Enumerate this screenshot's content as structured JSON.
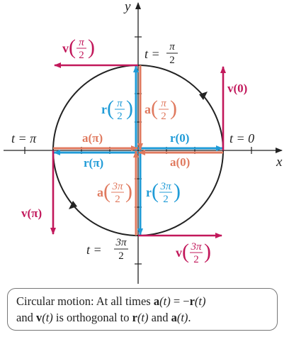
{
  "axes": {
    "x_label": "x",
    "y_label": "y"
  },
  "points": {
    "t0": {
      "label": "t = 0"
    },
    "t_pi_half": {
      "lhs": "t =",
      "num": "π",
      "den": "2"
    },
    "t_pi": {
      "label": "t = π"
    },
    "t_3pi_half": {
      "lhs": "t =",
      "num": "3π",
      "den": "2"
    }
  },
  "vectors": {
    "r0": {
      "label": "r(0)"
    },
    "a0": {
      "label": "a(0)"
    },
    "v0": {
      "label": "v(0)"
    },
    "r_pi": {
      "label": "r(π)"
    },
    "a_pi": {
      "label": "a(π)"
    },
    "v_pi": {
      "label": "v(π)"
    },
    "r_pi_half": {
      "name": "r",
      "num": "π",
      "den": "2"
    },
    "a_pi_half": {
      "name": "a",
      "num": "π",
      "den": "2"
    },
    "v_pi_half": {
      "name": "v",
      "num": "π",
      "den": "2"
    },
    "r_3pi_half": {
      "name": "r",
      "num": "3π",
      "den": "2"
    },
    "a_3pi_half": {
      "name": "a",
      "num": "3π",
      "den": "2"
    },
    "v_3pi_half": {
      "name": "v",
      "num": "3π",
      "den": "2"
    }
  },
  "colors": {
    "r": "#1f9bd7",
    "a": "#e07a5f",
    "v": "#c2185b",
    "circle": "#222222",
    "axis": "#222222"
  },
  "caption": {
    "line1_pre": "Circular motion: At all times ",
    "line1_a": "a",
    "line1_t1": "(t)",
    "line1_eq": " = −",
    "line1_r": "r",
    "line1_t2": "(t)",
    "line2_pre": "and ",
    "line2_v": "v",
    "line2_t1": "(t)",
    "line2_mid": " is orthogonal to ",
    "line2_r": "r",
    "line2_t2": "(t)",
    "line2_and": " and ",
    "line2_a": "a",
    "line2_t3": "(t)",
    "line2_end": "."
  }
}
